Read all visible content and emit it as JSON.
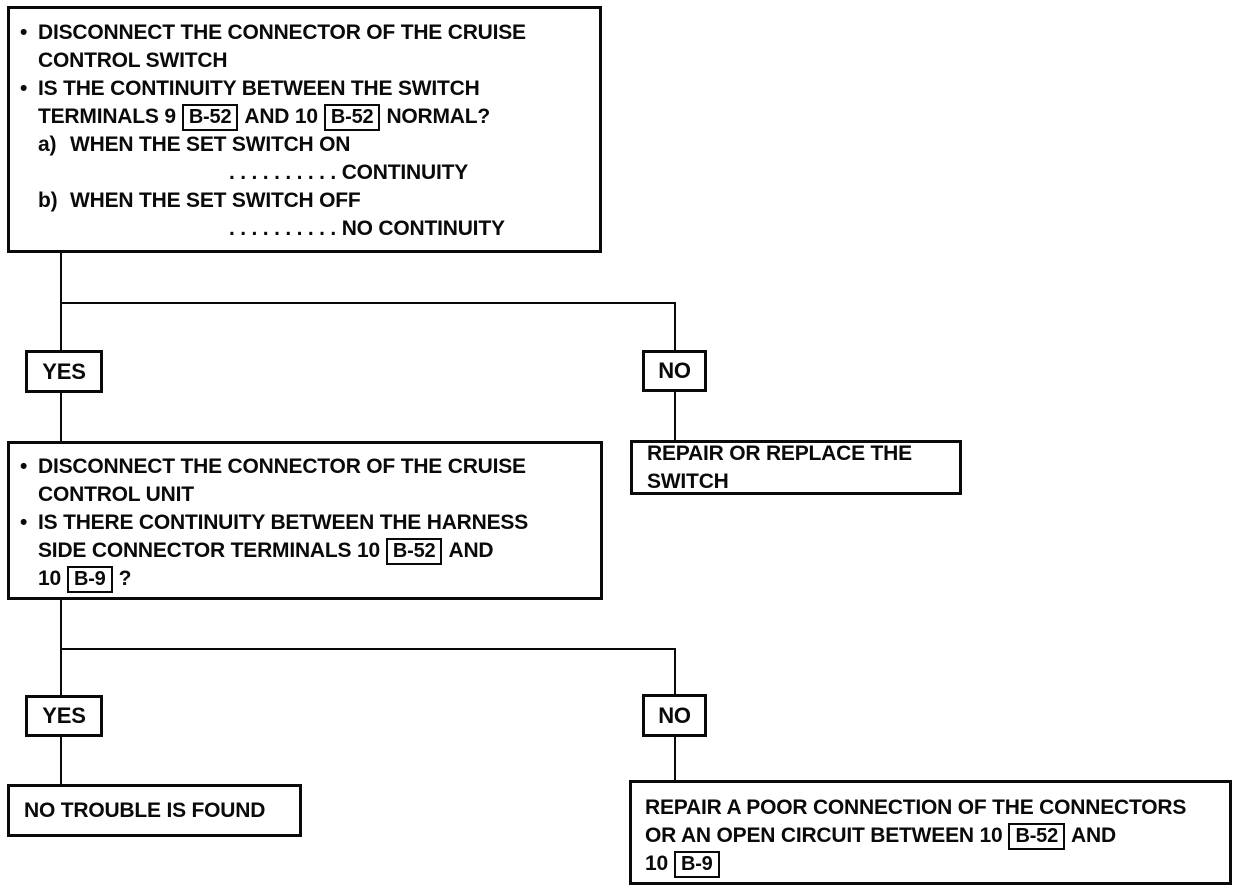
{
  "page": {
    "ink_color": "#0a0a0a",
    "paper_color": "#ffffff"
  },
  "flowchart": {
    "step1": {
      "bullet": "•",
      "line1": "DISCONNECT THE CONNECTOR OF THE CRUISE",
      "line2": "CONTROL SWITCH",
      "line3": "IS THE CONTINUITY BETWEEN THE SWITCH",
      "line4_pre": "TERMINALS 9",
      "line4_conn1": "B-52",
      "line4_mid": "AND 10",
      "line4_conn2": "B-52",
      "line4_post": "NORMAL?",
      "item_a_label": "a)",
      "item_a_text": "WHEN THE SET SWITCH ON",
      "item_a_result": ". . . . . . . . . . CONTINUITY",
      "item_b_label": "b)",
      "item_b_text": "WHEN THE SET SWITCH OFF",
      "item_b_result": ". . . . . . . . . . NO CONTINUITY"
    },
    "branch1": {
      "yes": "YES",
      "no": "NO"
    },
    "repair_switch": {
      "text": "REPAIR OR REPLACE THE SWITCH"
    },
    "step2": {
      "bullet": "•",
      "line1": "DISCONNECT THE CONNECTOR OF THE CRUISE",
      "line2": "CONTROL UNIT",
      "line3": "IS THERE CONTINUITY BETWEEN THE HARNESS",
      "line4_pre": "SIDE CONNECTOR TERMINALS 10",
      "line4_conn": "B-52",
      "line4_post": "AND",
      "line5_pre": "10",
      "line5_conn": "B-9",
      "line5_post": "?"
    },
    "branch2": {
      "yes": "YES",
      "no": "NO"
    },
    "no_trouble": {
      "text": "NO TROUBLE IS FOUND"
    },
    "repair_connection": {
      "line1": "REPAIR A POOR CONNECTION OF THE CONNECTORS",
      "line2_pre": "OR AN OPEN CIRCUIT BETWEEN 10",
      "line2_conn": "B-52",
      "line2_post": "AND",
      "line3_pre": "10",
      "line3_conn": "B-9"
    }
  }
}
